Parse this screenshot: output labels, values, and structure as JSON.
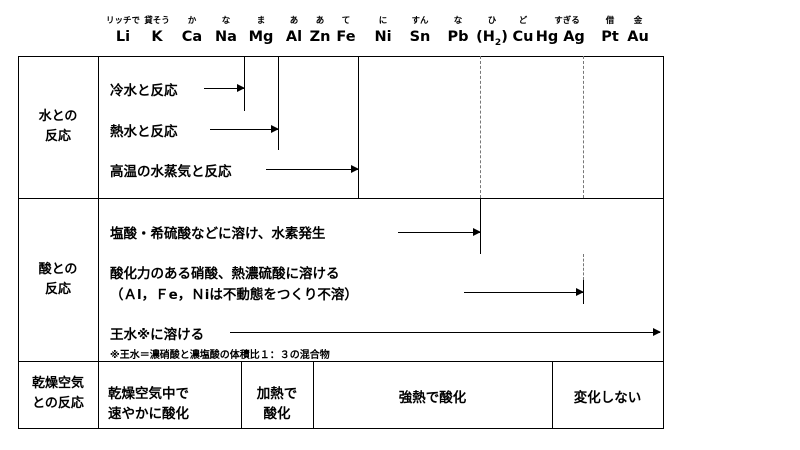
{
  "mnemonic": [
    "リッチで",
    "貸そう",
    "か",
    "な",
    "ま",
    "あ",
    "あ",
    "て",
    "に",
    "すん",
    "な",
    "ひ",
    "ど",
    "すぎる",
    "借",
    "金"
  ],
  "elements": [
    "Li",
    "K",
    "Ca",
    "Na",
    "Mg",
    "Al",
    "Zn",
    "Fe",
    "Ni",
    "Sn",
    "Pb",
    "(H2)",
    "Cu",
    "Hg",
    "Ag",
    "Pt",
    "Au"
  ],
  "water": {
    "category": [
      "水との",
      "反応"
    ],
    "items": [
      "冷水と反応",
      "熱水と反応",
      "高温の水蒸気と反応"
    ]
  },
  "acid": {
    "category": [
      "酸との",
      "反応"
    ],
    "items": [
      "塩酸・希硫酸などに溶け、水素発生",
      "酸化力のある硝酸、熱濃硫酸に溶ける",
      "（Ａl，Ｆe，Ｎiは不動態をつくり不溶）",
      "王水※に溶ける"
    ],
    "note": "※王水＝濃硝酸と濃塩酸の体積比１：３の混合物"
  },
  "air": {
    "category": [
      "乾燥空気",
      "との反応"
    ],
    "cells": [
      [
        "乾燥空気中で",
        "速やかに酸化"
      ],
      [
        "加熱で",
        "酸化"
      ],
      [
        "強熱で酸化"
      ],
      [
        "変化しない"
      ]
    ]
  }
}
